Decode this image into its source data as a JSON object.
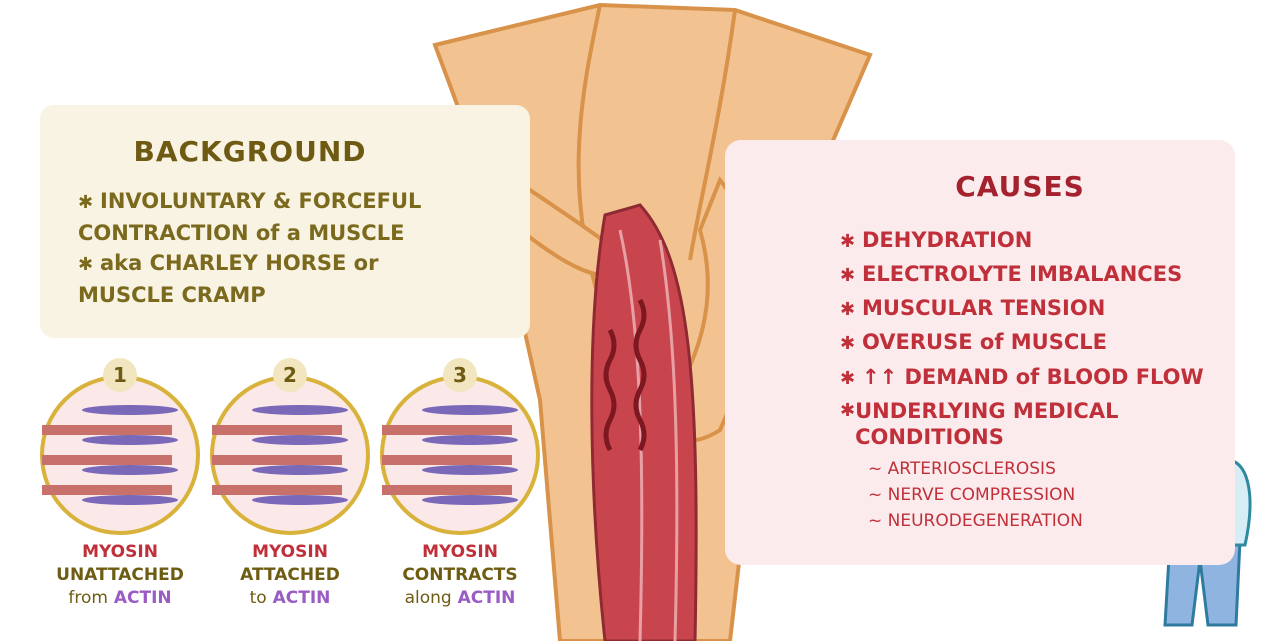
{
  "background": {
    "title": "BACKGROUND",
    "items": [
      "INVOLUNTARY & FORCEFUL CONTRACTION of a MUSCLE",
      "aka CHARLEY HORSE or MUSCLE CRAMP"
    ]
  },
  "steps": [
    {
      "number": "1",
      "line1": "MYOSIN",
      "line2": "UNATTACHED",
      "line3_prefix": "from",
      "line3_actin": "ACTIN"
    },
    {
      "number": "2",
      "line1": "MYOSIN",
      "line2": "ATTACHED",
      "line3_prefix": "to",
      "line3_actin": "ACTIN"
    },
    {
      "number": "3",
      "line1": "MYOSIN",
      "line2": "CONTRACTS",
      "line3_prefix": "along",
      "line3_actin": "ACTIN"
    }
  ],
  "causes": {
    "title": "CAUSES",
    "items": [
      "DEHYDRATION",
      "ELECTROLYTE IMBALANCES",
      "MUSCULAR TENSION",
      "OVERUSE of MUSCLE",
      "↑↑ DEMAND of BLOOD FLOW",
      "UNDERLYING MEDICAL CONDITIONS"
    ],
    "subitems": [
      "ARTERIOSCLEROSIS",
      "NERVE COMPRESSION",
      "NEURODEGENERATION"
    ]
  },
  "colors": {
    "background_box": "#f8f3e2",
    "causes_box": "#fcebec",
    "olive_text": "#7b6a1e",
    "red_text": "#c0303a",
    "actin_purple": "#9a5bc4",
    "skin": "#f2c391",
    "muscle": "#c9454d"
  }
}
